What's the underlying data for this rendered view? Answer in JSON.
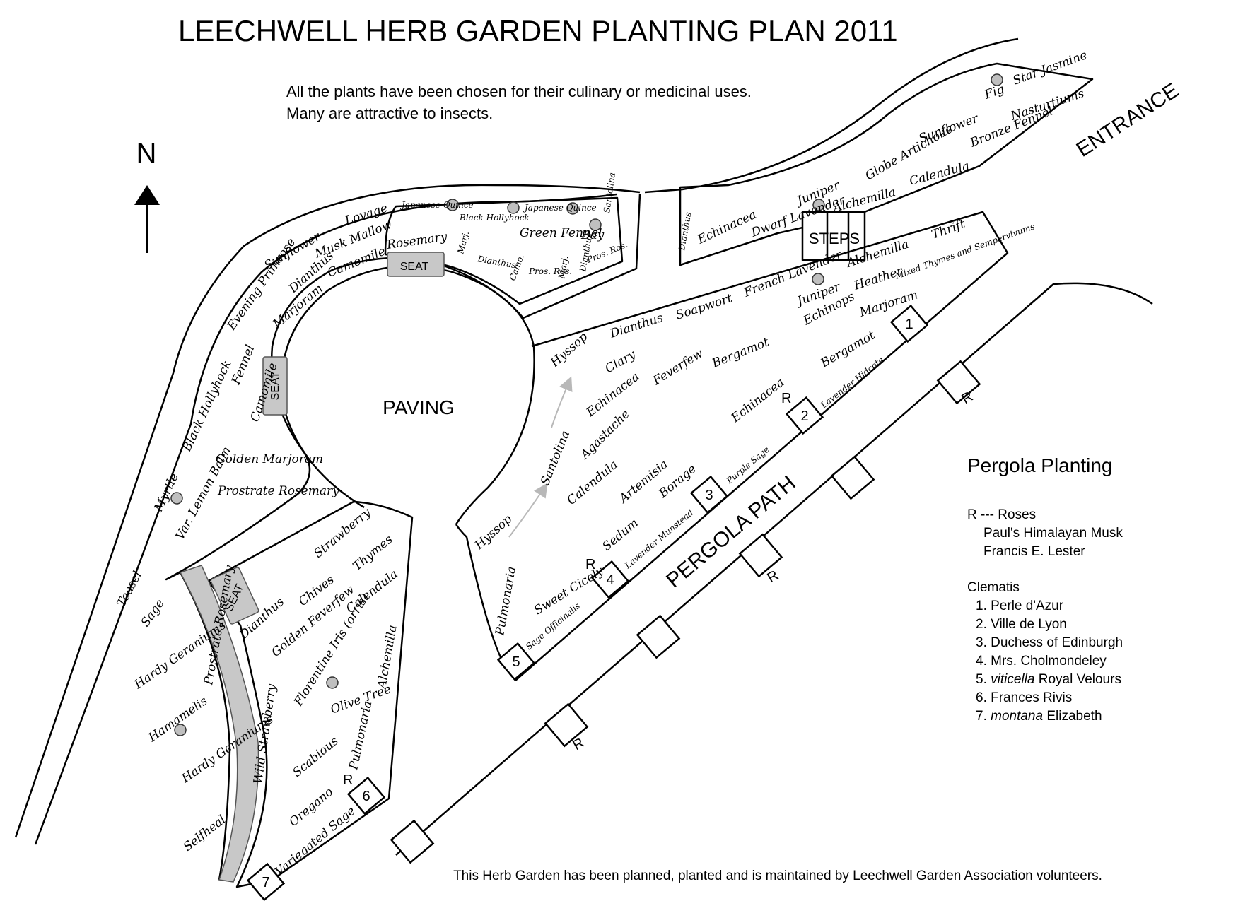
{
  "title": "LEECHWELL HERB GARDEN PLANTING PLAN 2011",
  "intro": [
    "All the plants have been chosen for their culinary or medicinal uses.",
    "Many are attractive to insects."
  ],
  "compass": "N",
  "entrance": "ENTRANCE",
  "paving": "PAVING",
  "pergola_path": "PERGOLA PATH",
  "steps": "STEPS",
  "seat": "SEAT",
  "rose_marker": "R",
  "clematis_numbers": [
    "1",
    "2",
    "3",
    "4",
    "5",
    "6",
    "7"
  ],
  "legend": {
    "heading": "Pergola Planting",
    "roses_label": "R --- Roses",
    "roses": [
      "Paul's Himalayan Musk",
      "Francis E. Lester"
    ],
    "clematis_label": "Clematis",
    "clematis": [
      {
        "num": "1.",
        "em": "",
        "text": "Perle d'Azur"
      },
      {
        "num": "2.",
        "em": "",
        "text": "Ville de Lyon"
      },
      {
        "num": "3.",
        "em": "",
        "text": "Duchess of Edinburgh"
      },
      {
        "num": "4.",
        "em": "",
        "text": "Mrs. Cholmondeley"
      },
      {
        "num": "5.",
        "em": "viticella",
        "text": " Royal Velours"
      },
      {
        "num": "6.",
        "em": "",
        "text": "Frances Rivis"
      },
      {
        "num": "7.",
        "em": "montana",
        "text": " Elizabeth"
      }
    ]
  },
  "footer": "This Herb Garden has been planned, planted and is maintained by Leechwell Garden Association volunteers.",
  "plants": {
    "teasel": "Teasel",
    "sage": "Sage",
    "hardy_geraniums": "Hardy Geraniums",
    "hamamelis": "Hamamelis",
    "hardy_geraniums_2": "Hardy Geraniums",
    "selfheal": "Selfheal",
    "myrtle": "Myrtle",
    "var_lemon_balm": "Var. Lemon Balm",
    "black_hollyhock": "Black Hollyhock",
    "fennel": "Fennel",
    "evening_primrose": "Evening Primrose",
    "sunflower_w": "Sunflower",
    "dianthus_w": "Dianthus",
    "marjoram_w": "Marjoram",
    "lovage": "Lovage",
    "musk_mallow": "Musk Mallow",
    "camomile_top": "Camomile",
    "camomile_side": "Camomile",
    "golden_marjoram": "Golden Marjoram",
    "prostrate_rosemary": "Prostrate Rosemary",
    "prostrate_rosemary_path": "Prostrate Rosemary",
    "wild_strawberry": "Wild Strawberry",
    "japanese_quince_1": "Japanese Quince",
    "japanese_quince_2": "Japanese Quince",
    "black_hollyhock_2": "Black Hollyhock",
    "green_fennel": "Green Fennel",
    "bay": "Bay",
    "santolina_top": "Santolina",
    "rosemary": "Rosemary",
    "marj_1": "Marj.",
    "dianthus_n1": "Dianthus",
    "camo": "Camo.",
    "pros_ros_1": "Pros. Ros.",
    "marj_2": "Marj.",
    "dianthus_n2": "Dianthus",
    "pros_ros_2": "Pros. Ros.",
    "strawberry": "Strawberry",
    "thymes": "Thymes",
    "chives": "Chives",
    "calendula_s": "Calendula",
    "dianthus_s": "Dianthus",
    "golden_feverfew": "Golden Feverfew",
    "florentine_iris": "Florentine Iris (orris)",
    "olive_tree": "Olive Tree",
    "alchemilla_s": "Alchemilla",
    "pulmonaria_s": "Pulmonaria",
    "scabious": "Scabious",
    "oregano": "Oregano",
    "variegated_sage": "Variegated Sage",
    "dianthus_ne": "Dianthus",
    "echinacea_ne": "Echinacea",
    "dwarf_lavender": "Dwarf Lavender",
    "juniper_ne": "Juniper",
    "alchemilla_ne": "Alchemilla",
    "globe_artichoke": "Globe Artichoke",
    "calendula_ne": "Calendula",
    "sunflower_ne": "Sunflower",
    "bronze_fennel": "Bronze Fennel",
    "nasturtiums": "Nasturtiums",
    "fig": "Fig",
    "star_jasmine": "Star Jasmine",
    "hyssop_top": "Hyssop",
    "dianthus_e": "Dianthus",
    "soapwort": "Soapwort",
    "french_lavender": "French Lavender",
    "juniper_e": "Juniper",
    "alchemilla_e": "Alchemilla",
    "thrift": "Thrift",
    "heather": "Heather",
    "mixed_thymes": "Mixed Thymes and Sempervivums",
    "echinops": "Echinops",
    "marjoram_e": "Marjoram",
    "clary": "Clary",
    "feverfew": "Feverfew",
    "bergamot_1": "Bergamot",
    "bergamot_2": "Bergamot",
    "echinacea_e1": "Echinacea",
    "echinacea_e2": "Echinacea",
    "lavender_hidcote": "Lavender Hidcote",
    "agastache": "Agastache",
    "santolina_e": "Santolina",
    "calendula_e": "Calendula",
    "artemisia": "Artemisia",
    "borage": "Borage",
    "purple_sage": "Purple Sage",
    "hyssop_bottom": "Hyssop",
    "sedum": "Sedum",
    "lavender_munstead": "Lavender Munstead",
    "pulmonaria_e": "Pulmonaria",
    "sweet_cicely": "Sweet Cicely",
    "sage_officinalis": "Sage Officinalis"
  }
}
